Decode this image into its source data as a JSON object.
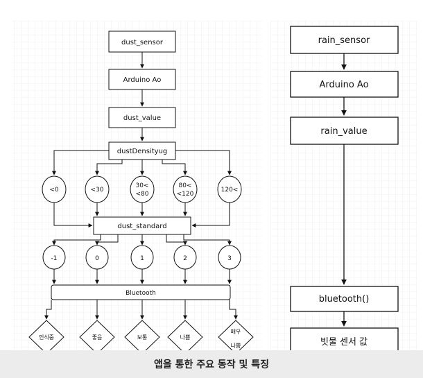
{
  "left_flow": {
    "dust_sensor": "dust_sensor",
    "arduino": "Arduino Ao",
    "dust_value": "dust_value",
    "density": "dustDensityug",
    "ranges": [
      {
        "lines": [
          "<0"
        ]
      },
      {
        "lines": [
          "<30"
        ]
      },
      {
        "lines": [
          "30<",
          "<80"
        ]
      },
      {
        "lines": [
          "80<",
          "<120"
        ]
      },
      {
        "lines": [
          "120<"
        ]
      }
    ],
    "standard": "dust_standard",
    "levels": [
      "-1",
      "0",
      "1",
      "2",
      "3"
    ],
    "bluetooth": "Bluetooth",
    "outputs": [
      {
        "lines": [
          "인식중"
        ]
      },
      {
        "lines": [
          "좋음"
        ]
      },
      {
        "lines": [
          "보통"
        ]
      },
      {
        "lines": [
          "나쁨"
        ]
      },
      {
        "lines": [
          "매우",
          "나쁨"
        ]
      }
    ]
  },
  "right_flow": {
    "rain_sensor": "rain_sensor",
    "arduino": "Arduino Ao",
    "rain_value": "rain_value",
    "bluetooth": "bluetooth()",
    "result": "빗물 센서 값"
  },
  "caption": "앱을 통한 주요 동작 및 특징"
}
